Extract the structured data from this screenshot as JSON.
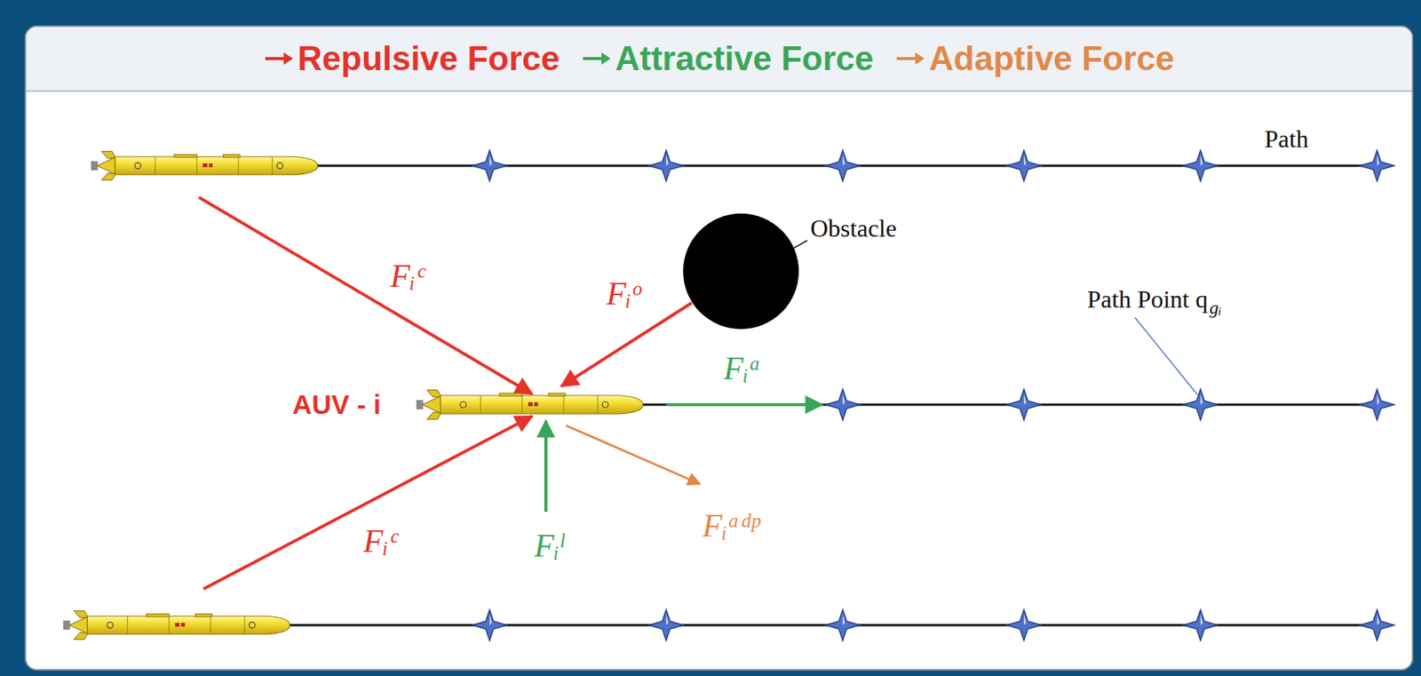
{
  "diagram": {
    "nodes": [
      {
        "text": [
          "AUV - i"
        ]
      },
      {
        "text": [
          "Obstacle"
        ]
      }
    ],
    "edges": [
      {
        "from": 1,
        "to": 0,
        "arrow": "to",
        "label": "Fᵢᵒ"
      }
    ],
    "labels": [
      "Path",
      "Path Point q",
      "gᵢ",
      "Fᵢᶜ",
      "Fᵢᶜ",
      "Fᵢᵃ",
      "Fᵢˡ",
      "Fᵢᵃᵈᵖ"
    ],
    "legend": [
      {
        "text": "Repulsive Force"
      },
      {
        "text": "Attractive Force"
      },
      {
        "text": "Adaptive Force"
      }
    ]
  }
}
